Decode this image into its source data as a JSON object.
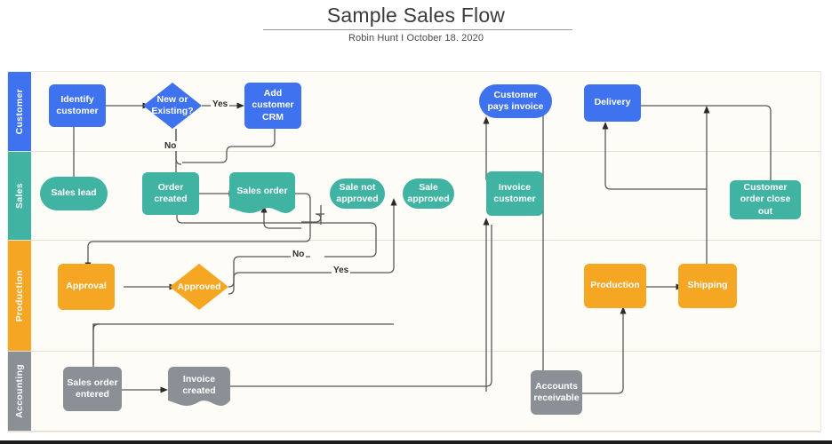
{
  "header": {
    "title": "Sample Sales Flow",
    "subtitle": "Robin Hunt I October 18. 2020"
  },
  "colors": {
    "blue": "#3f72ee",
    "teal": "#40b3a2",
    "orange": "#f5a623",
    "gray": "#8a9095",
    "canvas": "#fdfcf6",
    "connector": "#57585a"
  },
  "lanes": [
    {
      "label": "Customer",
      "color": "#3f72ee"
    },
    {
      "label": "Sales",
      "color": "#40b3a2"
    },
    {
      "label": "Production",
      "color": "#f5a623"
    },
    {
      "label": "Accounting",
      "color": "#8a9095"
    }
  ],
  "nodes": {
    "identify_customer": {
      "label": "Identify customer",
      "lane": "Customer",
      "shape": "rect",
      "color": "blue"
    },
    "new_or_existing": {
      "label": "New or Existing?",
      "lane": "Customer",
      "shape": "diamond",
      "color": "blue"
    },
    "add_customer_crm": {
      "label": "Add customer CRM",
      "lane": "Customer",
      "shape": "rect",
      "color": "blue"
    },
    "customer_pays_invoice": {
      "label": "Customer pays invoice",
      "lane": "Customer",
      "shape": "pill",
      "color": "blue"
    },
    "delivery": {
      "label": "Delivery",
      "lane": "Customer",
      "shape": "rect",
      "color": "blue"
    },
    "sales_lead": {
      "label": "Sales lead",
      "lane": "Sales",
      "shape": "pill",
      "color": "teal"
    },
    "order_created": {
      "label": "Order created",
      "lane": "Sales",
      "shape": "rect",
      "color": "teal"
    },
    "sales_order": {
      "label": "Sales order",
      "lane": "Sales",
      "shape": "document",
      "color": "teal"
    },
    "sale_not_approved": {
      "label": "Sale not approved",
      "lane": "Sales",
      "shape": "pill",
      "color": "teal"
    },
    "sale_approved": {
      "label": "Sale approved",
      "lane": "Sales",
      "shape": "pill",
      "color": "teal"
    },
    "invoice_customer": {
      "label": "Invoice customer",
      "lane": "Sales",
      "shape": "rect",
      "color": "teal"
    },
    "customer_order_close_out": {
      "label": "Customer order close out",
      "lane": "Sales",
      "shape": "rect",
      "color": "teal"
    },
    "approval": {
      "label": "Approval",
      "lane": "Production",
      "shape": "rect",
      "color": "orange"
    },
    "approved": {
      "label": "Approved",
      "lane": "Production",
      "shape": "diamond",
      "color": "orange"
    },
    "production": {
      "label": "Production",
      "lane": "Production",
      "shape": "rect",
      "color": "orange"
    },
    "shipping": {
      "label": "Shipping",
      "lane": "Production",
      "shape": "rect",
      "color": "orange"
    },
    "sales_order_entered": {
      "label": "Sales order entered",
      "lane": "Accounting",
      "shape": "rect",
      "color": "gray"
    },
    "invoice_created": {
      "label": "Invoice created",
      "lane": "Accounting",
      "shape": "document",
      "color": "gray"
    },
    "accounts_receivable": {
      "label": "Accounts receivable",
      "lane": "Accounting",
      "shape": "rect",
      "color": "gray"
    }
  },
  "edge_labels": {
    "decision_yes": "Yes",
    "decision_no": "No",
    "approved_no": "No",
    "approved_yes": "Yes"
  }
}
